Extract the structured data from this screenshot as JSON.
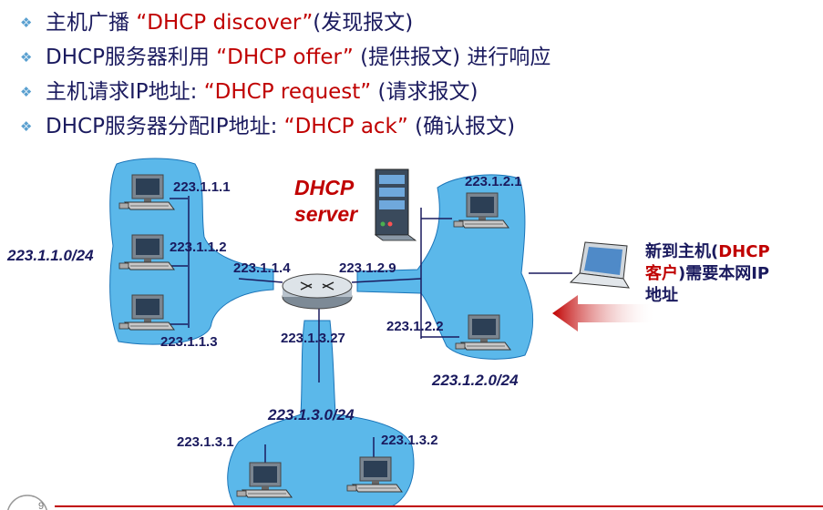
{
  "bullets": [
    {
      "pre": "主机广播",
      "kw": "“DHCP discover”",
      "post": "(发现报文)"
    },
    {
      "pre": "DHCP服务器利用",
      "kw": "“DHCP offer”",
      "post": "(提供报文) 进行响应"
    },
    {
      "pre": "主机请求IP地址: ",
      "kw": "“DHCP request”",
      "post": "(请求报文)"
    },
    {
      "pre": "DHCP服务器分配IP地址: ",
      "kw": "“DHCP ack”",
      "post": "(确认报文)"
    }
  ],
  "diagram": {
    "server": {
      "line1": "DHCP",
      "line2": "server"
    },
    "subnets": {
      "left": "223.1.1.0/24",
      "right": "223.1.2.0/24",
      "bottom": "223.1.3.0/24"
    },
    "hosts": {
      "h111": "223.1.1.1",
      "h112": "223.1.1.2",
      "h113": "223.1.1.3",
      "h121": "223.1.2.1",
      "h122": "223.1.2.2",
      "h131": "223.1.3.1",
      "h132": "223.1.3.2"
    },
    "router_ifaces": {
      "left": "223.1.1.4",
      "right": "223.1.2.9",
      "bottom": "223.1.3.27"
    },
    "new_host": {
      "part1": "新到主机(",
      "part2": "DHCP",
      "part3": "客户",
      "part4": ")需要本网IP",
      "part5": "地址"
    }
  },
  "colors": {
    "cloud": "#5bb8ea",
    "accent": "#c00000",
    "text": "#1a1a5e"
  },
  "footer": {
    "page_number": "9"
  }
}
